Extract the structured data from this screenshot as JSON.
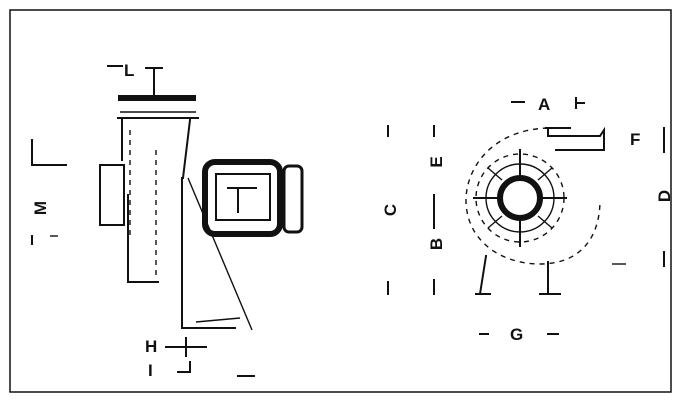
{
  "diagram": {
    "labels": {
      "A": "A",
      "B": "B",
      "C": "C",
      "D": "D",
      "E": "E",
      "F": "F",
      "G": "G",
      "H": "H",
      "I": "I",
      "L": "L",
      "M": "M"
    }
  }
}
